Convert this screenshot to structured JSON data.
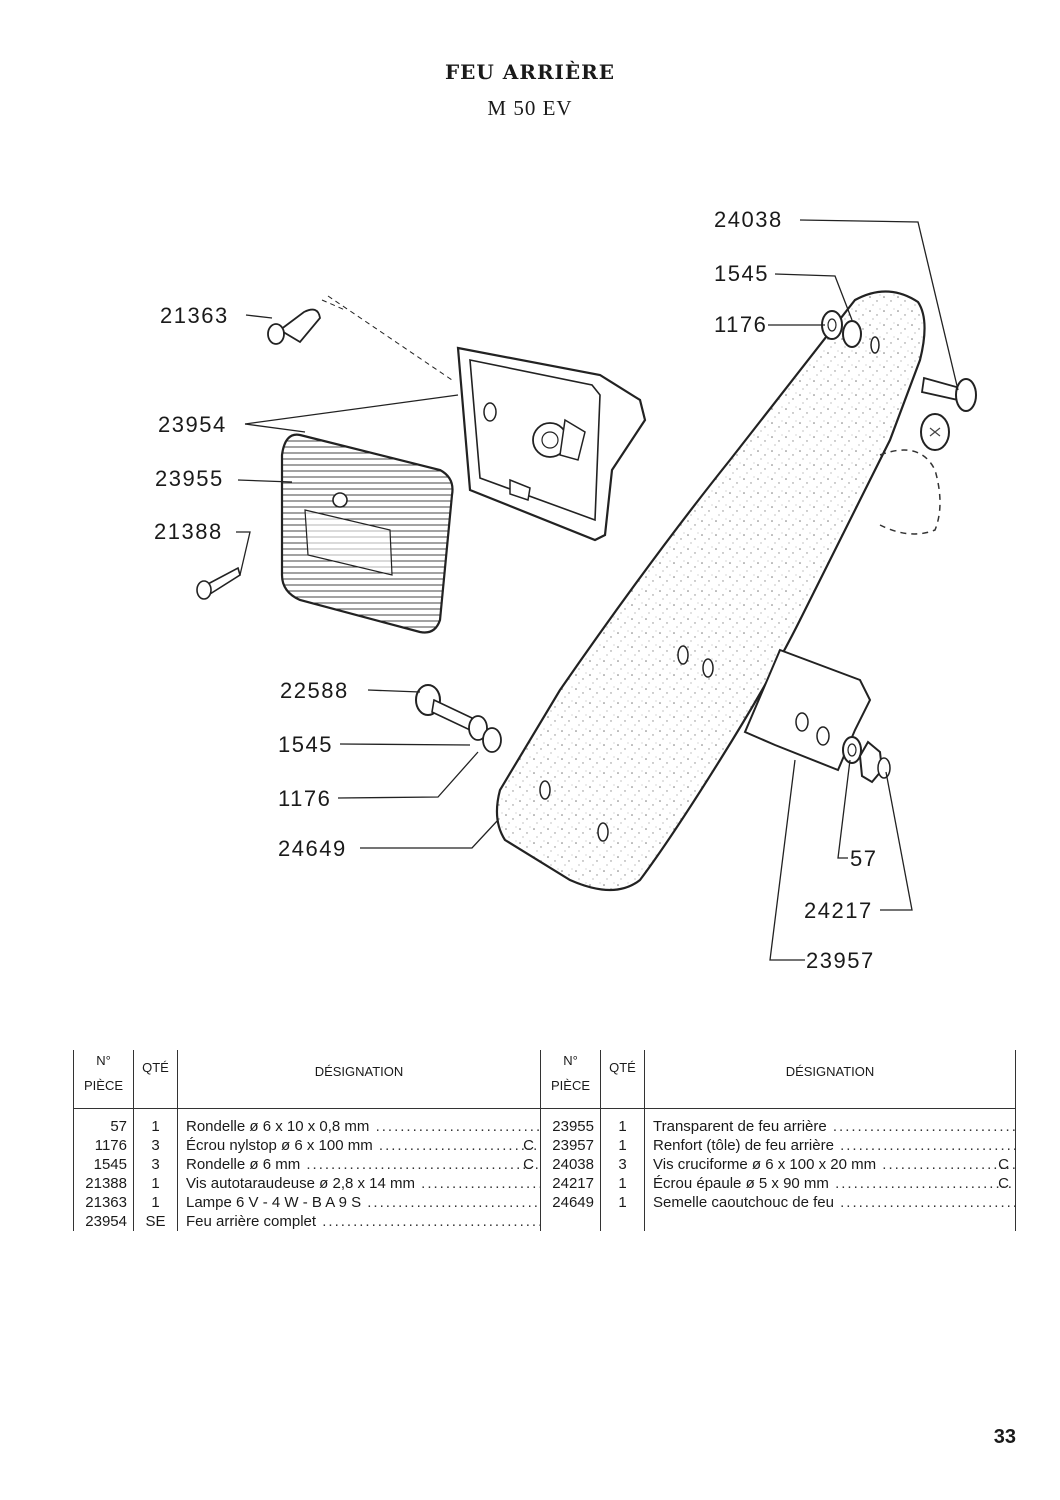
{
  "title": "FEU ARRIÈRE",
  "subtitle": "M 50 EV",
  "callouts": {
    "c24038": "24038",
    "c1545_top": "1545",
    "c1176_top": "1176",
    "c21363": "21363",
    "c23954": "23954",
    "c23955": "23955",
    "c21388": "21388",
    "c22588": "22588",
    "c1545_bot": "1545",
    "c1176_bot": "1176",
    "c24649": "24649",
    "c57": "57",
    "c24217": "24217",
    "c23957": "23957"
  },
  "table": {
    "headers": {
      "no": "N°",
      "piece": "PIÈCE",
      "qte": "QTÉ",
      "designation": "DÉSIGNATION"
    },
    "left": [
      {
        "no": "57",
        "qte": "1",
        "designation": "Rondelle ø 6 x 10 x 0,8 mm",
        "code": ""
      },
      {
        "no": "1176",
        "qte": "3",
        "designation": "Écrou nylstop ø 6 x 100 mm",
        "code": "C"
      },
      {
        "no": "1545",
        "qte": "3",
        "designation": "Rondelle ø 6 mm",
        "code": "C"
      },
      {
        "no": "21388",
        "qte": "1",
        "designation": "Vis autotaraudeuse ø 2,8 x 14 mm",
        "code": ""
      },
      {
        "no": "21363",
        "qte": "1",
        "designation": "Lampe 6 V - 4 W - B A 9 S",
        "code": ""
      },
      {
        "no": "23954",
        "qte": "SE",
        "designation": "Feu arrière complet",
        "code": ""
      }
    ],
    "right": [
      {
        "no": "23955",
        "qte": "1",
        "designation": "Transparent de feu arrière",
        "code": ""
      },
      {
        "no": "23957",
        "qte": "1",
        "designation": "Renfort (tôle) de feu arrière",
        "code": ""
      },
      {
        "no": "24038",
        "qte": "3",
        "designation": "Vis cruciforme ø 6 x 100 x 20 mm",
        "code": "C"
      },
      {
        "no": "24217",
        "qte": "1",
        "designation": "Écrou épaule ø 5 x 90 mm",
        "code": "C"
      },
      {
        "no": "24649",
        "qte": "1",
        "designation": "Semelle caoutchouc de feu",
        "code": ""
      },
      {
        "no": "",
        "qte": "",
        "designation": "",
        "code": ""
      }
    ]
  },
  "page_number": "33"
}
